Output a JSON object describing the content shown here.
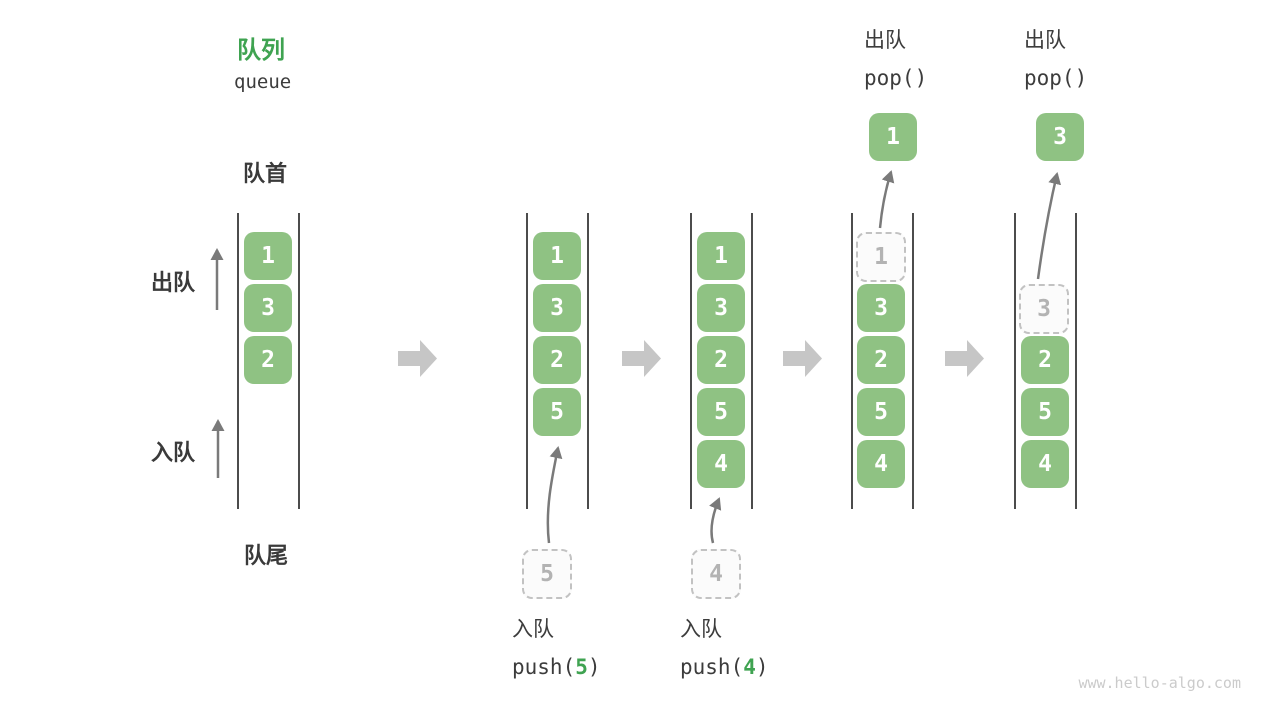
{
  "header": {
    "title_cn": "队列",
    "title_en": "queue"
  },
  "side_labels": {
    "front": "队首",
    "rear": "队尾",
    "dequeue": "出队",
    "enqueue": "入队"
  },
  "columns": [
    {
      "boxes": [
        {
          "value": "1"
        },
        {
          "value": "3"
        },
        {
          "value": "2"
        }
      ]
    },
    {
      "boxes": [
        {
          "value": "1"
        },
        {
          "value": "3"
        },
        {
          "value": "2"
        },
        {
          "value": "5"
        }
      ]
    },
    {
      "boxes": [
        {
          "value": "1"
        },
        {
          "value": "3"
        },
        {
          "value": "2"
        },
        {
          "value": "5"
        },
        {
          "value": "4"
        }
      ]
    },
    {
      "boxes": [
        {
          "value": "1",
          "style": "dashed"
        },
        {
          "value": "3"
        },
        {
          "value": "2"
        },
        {
          "value": "5"
        },
        {
          "value": "4"
        }
      ]
    },
    {
      "boxes": [
        {
          "value": "3",
          "style": "dashed"
        },
        {
          "value": "2"
        },
        {
          "value": "5"
        },
        {
          "value": "4"
        }
      ]
    }
  ],
  "pending_items": [
    {
      "value": "5"
    },
    {
      "value": "4"
    }
  ],
  "popped_items": [
    {
      "value": "1"
    },
    {
      "value": "3"
    }
  ],
  "push_ops": [
    {
      "label": "入队",
      "fn_open": "push(",
      "arg": "5",
      "fn_close": ")"
    },
    {
      "label": "入队",
      "fn_open": "push(",
      "arg": "4",
      "fn_close": ")"
    }
  ],
  "pop_ops": [
    {
      "label": "出队",
      "code": "pop()"
    },
    {
      "label": "出队",
      "code": "pop()"
    }
  ],
  "watermark": "www.hello-algo.com",
  "colors": {
    "box_green": "#8fc283",
    "title_green": "#3fa351",
    "arrow_gray": "#c6c6c6",
    "thin_arrow": "#7a7a7a",
    "wall_gray": "#4c4c4c",
    "dash_border": "#c2c2c2",
    "dash_ink": "#b3b3b3",
    "ink": "#3c3c3c",
    "watermark": "#cbcbcb"
  }
}
